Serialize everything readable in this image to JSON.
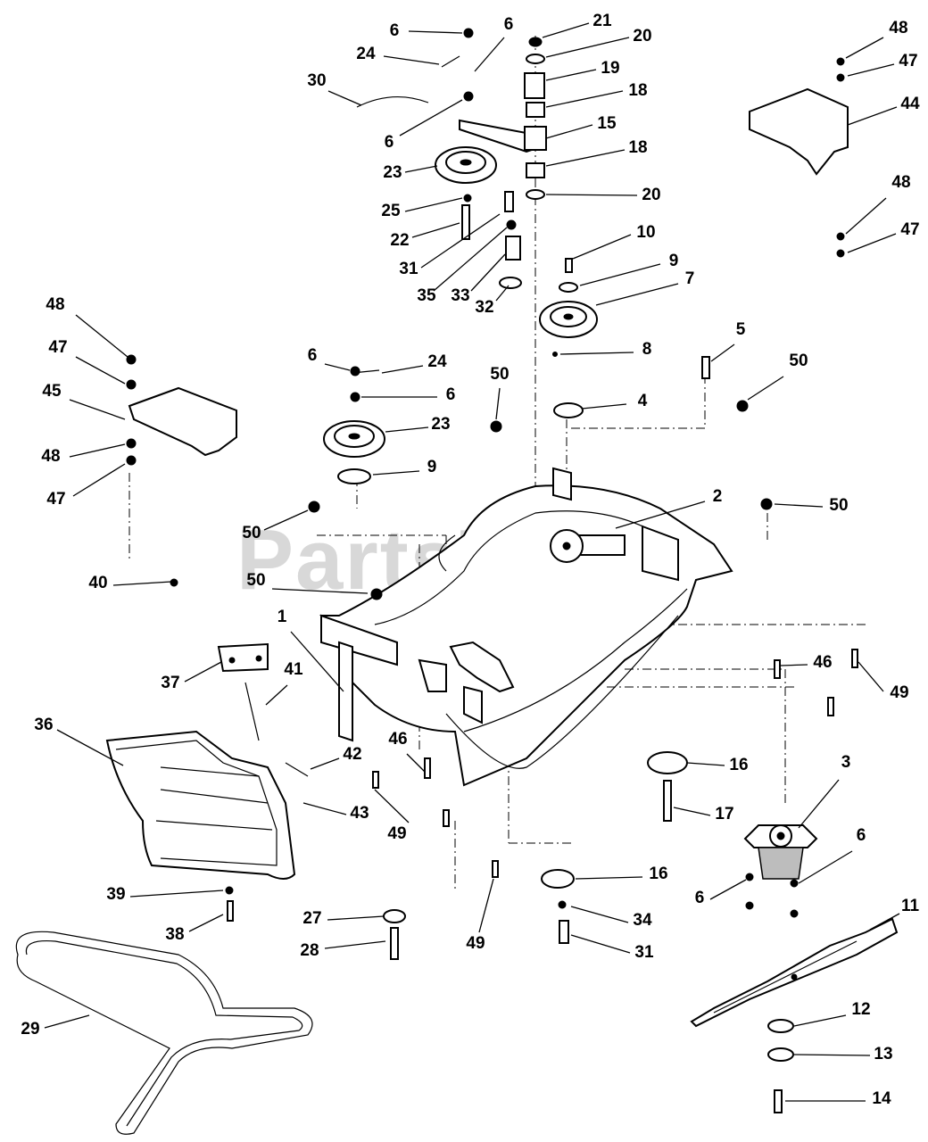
{
  "watermark": "PartsTree",
  "callouts": [
    {
      "id": "c6a",
      "label": "6"
    },
    {
      "id": "c6b",
      "label": "6"
    },
    {
      "id": "c6c",
      "label": "6"
    },
    {
      "id": "c21",
      "label": "21"
    },
    {
      "id": "c20a",
      "label": "20"
    },
    {
      "id": "c19",
      "label": "19"
    },
    {
      "id": "c18a",
      "label": "18"
    },
    {
      "id": "c15",
      "label": "15"
    },
    {
      "id": "c18b",
      "label": "18"
    },
    {
      "id": "c20b",
      "label": "20"
    },
    {
      "id": "c24a",
      "label": "24"
    },
    {
      "id": "c30",
      "label": "30"
    },
    {
      "id": "c23a",
      "label": "23"
    },
    {
      "id": "c25",
      "label": "25"
    },
    {
      "id": "c22",
      "label": "22"
    },
    {
      "id": "c31a",
      "label": "31"
    },
    {
      "id": "c35",
      "label": "35"
    },
    {
      "id": "c33",
      "label": "33"
    },
    {
      "id": "c32",
      "label": "32"
    },
    {
      "id": "c10",
      "label": "10"
    },
    {
      "id": "c9a",
      "label": "9"
    },
    {
      "id": "c7",
      "label": "7"
    },
    {
      "id": "c8",
      "label": "8"
    },
    {
      "id": "c5",
      "label": "5"
    },
    {
      "id": "c4",
      "label": "4"
    },
    {
      "id": "c50a",
      "label": "50"
    },
    {
      "id": "c50b",
      "label": "50"
    },
    {
      "id": "c48a",
      "label": "48"
    },
    {
      "id": "c47a",
      "label": "47"
    },
    {
      "id": "c44",
      "label": "44"
    },
    {
      "id": "c48b",
      "label": "48"
    },
    {
      "id": "c47b",
      "label": "47"
    },
    {
      "id": "c48c",
      "label": "48"
    },
    {
      "id": "c47c",
      "label": "47"
    },
    {
      "id": "c45",
      "label": "45"
    },
    {
      "id": "c48d",
      "label": "48"
    },
    {
      "id": "c47d",
      "label": "47"
    },
    {
      "id": "c6d",
      "label": "6"
    },
    {
      "id": "c24b",
      "label": "24"
    },
    {
      "id": "c6e",
      "label": "6"
    },
    {
      "id": "c23b",
      "label": "23"
    },
    {
      "id": "c9b",
      "label": "9"
    },
    {
      "id": "c2",
      "label": "2"
    },
    {
      "id": "c50c",
      "label": "50"
    },
    {
      "id": "c50d",
      "label": "50"
    },
    {
      "id": "c40",
      "label": "40"
    },
    {
      "id": "c50e",
      "label": "50"
    },
    {
      "id": "c1",
      "label": "1"
    },
    {
      "id": "c37",
      "label": "37"
    },
    {
      "id": "c41",
      "label": "41"
    },
    {
      "id": "c36",
      "label": "36"
    },
    {
      "id": "c42",
      "label": "42"
    },
    {
      "id": "c43",
      "label": "43"
    },
    {
      "id": "c46a",
      "label": "46"
    },
    {
      "id": "c49a",
      "label": "49"
    },
    {
      "id": "c46b",
      "label": "46"
    },
    {
      "id": "c49b",
      "label": "49"
    },
    {
      "id": "c16a",
      "label": "16"
    },
    {
      "id": "c3",
      "label": "3"
    },
    {
      "id": "c17",
      "label": "17"
    },
    {
      "id": "c6f",
      "label": "6"
    },
    {
      "id": "c6g",
      "label": "6"
    },
    {
      "id": "c16b",
      "label": "16"
    },
    {
      "id": "c39",
      "label": "39"
    },
    {
      "id": "c38",
      "label": "38"
    },
    {
      "id": "c27",
      "label": "27"
    },
    {
      "id": "c28",
      "label": "28"
    },
    {
      "id": "c49c",
      "label": "49"
    },
    {
      "id": "c34",
      "label": "34"
    },
    {
      "id": "c31b",
      "label": "31"
    },
    {
      "id": "c11",
      "label": "11"
    },
    {
      "id": "c29",
      "label": "29"
    },
    {
      "id": "c12",
      "label": "12"
    },
    {
      "id": "c13",
      "label": "13"
    },
    {
      "id": "c14",
      "label": "14"
    }
  ]
}
